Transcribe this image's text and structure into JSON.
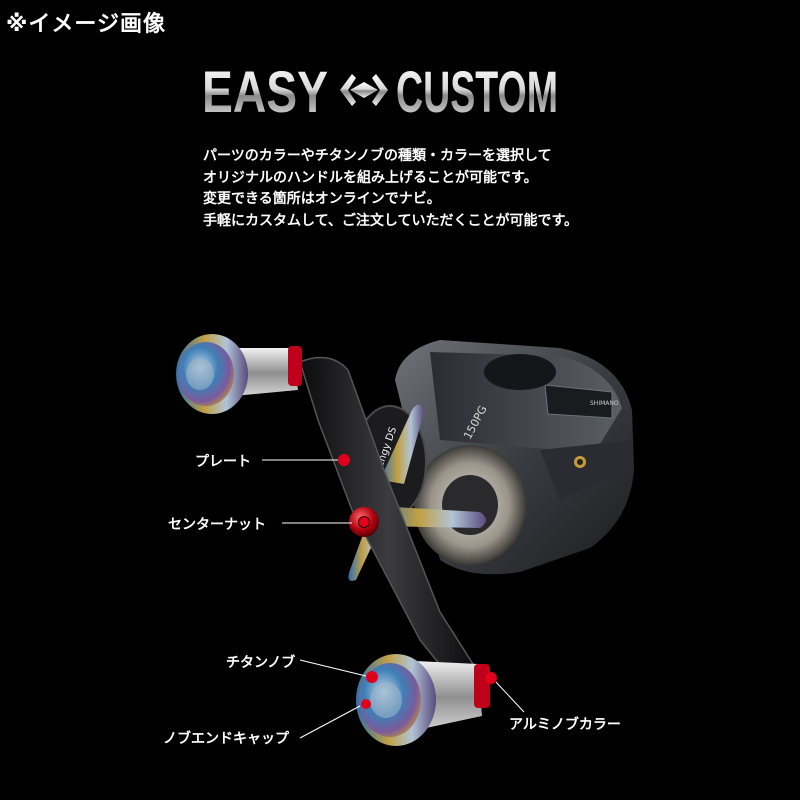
{
  "note": "※イメージ画像",
  "logo": {
    "left": "EASY",
    "right": "CUSTOM"
  },
  "description": [
    "パーツのカラーやチタンノブの種類・カラーを選択して",
    "オリジナルのハンドルを組み上げることが可能です。",
    "変更できる箇所はオンラインでナビ。",
    "手軽にカスタムして、ご注文していただくことが可能です。"
  ],
  "callouts": {
    "plate": "プレート",
    "center_nut": "センターナット",
    "titanium_knob": "チタンノブ",
    "knob_end_cap": "ノブエンドキャップ",
    "aluminum_knob_collar": "アルミノブカラー"
  },
  "product_markings": {
    "model": "150PG",
    "brand": "SHIMANO",
    "emblem": "Engy DS"
  },
  "colors": {
    "background": "#000000",
    "marker": "#e1001a",
    "text": "#ffffff"
  }
}
